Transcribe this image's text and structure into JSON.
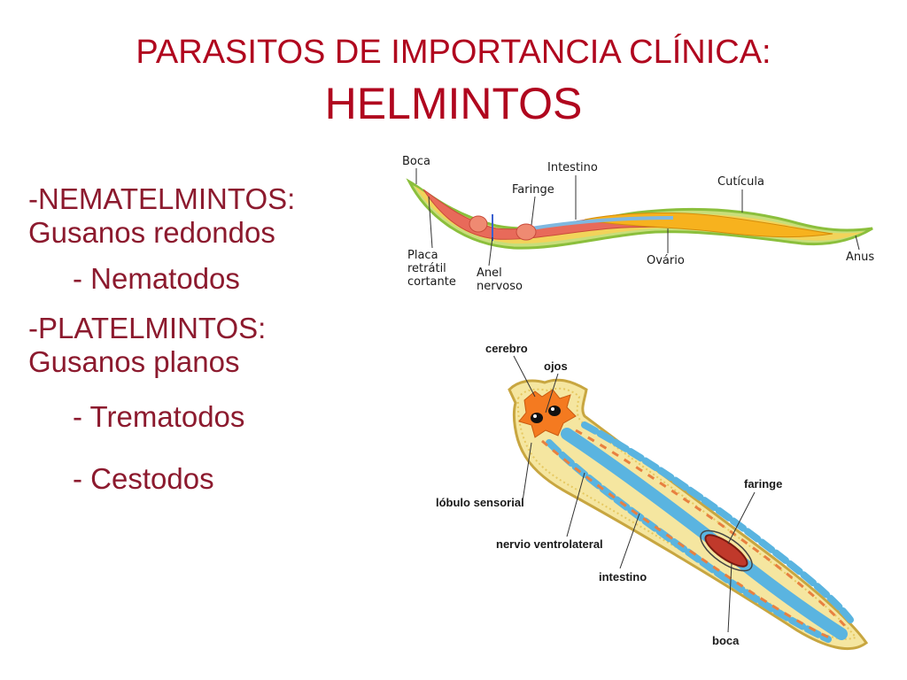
{
  "title": {
    "line1": "PARASITOS DE IMPORTANCIA CLÍNICA:",
    "line2": "HELMINTOS"
  },
  "bullets": {
    "nemat_head": "-NEMATELMINTOS:",
    "nemat_desc": "Gusanos redondos",
    "nemat_sub": "- Nematodos",
    "plat_head": "-PLATELMINTOS:",
    "plat_desc": "Gusanos planos",
    "plat_sub1": "- Trematodos",
    "plat_sub2": "- Cestodos"
  },
  "roundworm": {
    "labels": {
      "boca": "Boca",
      "intestino": "Intestino",
      "faringe": "Faringe",
      "cuticula": "Cutícula",
      "placa1": "Placa",
      "placa2": "retrátil",
      "placa3": "cortante",
      "anel1": "Anel",
      "anel2": "nervoso",
      "ovario": "Ovário",
      "anus": "Anus"
    }
  },
  "flatworm": {
    "labels": {
      "cerebro": "cerebro",
      "ojos": "ojos",
      "faringe": "faringe",
      "lobulo": "lóbulo sensorial",
      "nervio": "nervio ventrolateral",
      "intestino": "intestino",
      "boca": "boca"
    }
  },
  "colors": {
    "title": "#b0061e",
    "text": "#8c1a2e",
    "cuticle": "#8bbf3c",
    "body_fill": "#f2d35a",
    "gut": "#e86a5a",
    "ovary": "#f7b21e",
    "flat_body": "#f5e6a0",
    "flat_gut": "#5ab4e0",
    "brain": "#f47a20"
  }
}
